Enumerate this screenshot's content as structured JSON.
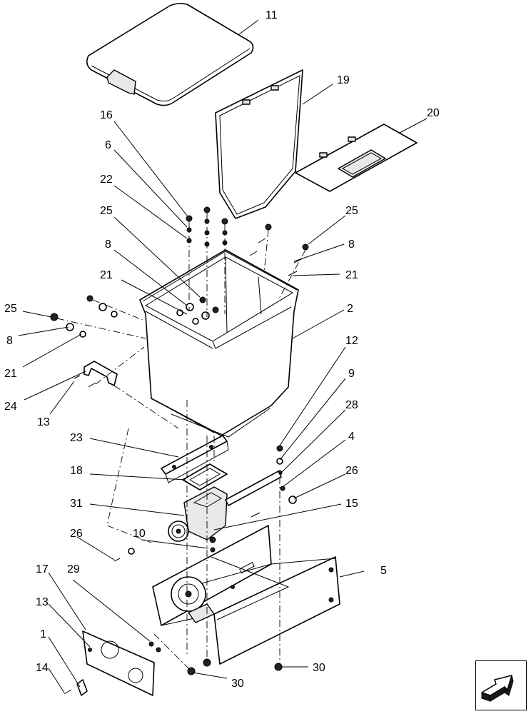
{
  "callouts": [
    {
      "id": "c11",
      "text": "11"
    },
    {
      "id": "c19",
      "text": "19"
    },
    {
      "id": "c16",
      "text": "16"
    },
    {
      "id": "c20",
      "text": "20"
    },
    {
      "id": "c6",
      "text": "6"
    },
    {
      "id": "c22",
      "text": "22"
    },
    {
      "id": "c25a",
      "text": "25"
    },
    {
      "id": "c25b",
      "text": "25"
    },
    {
      "id": "c8a",
      "text": "8"
    },
    {
      "id": "c8b",
      "text": "8"
    },
    {
      "id": "c21a",
      "text": "21"
    },
    {
      "id": "c21b",
      "text": "21"
    },
    {
      "id": "c25c",
      "text": "25"
    },
    {
      "id": "c2",
      "text": "2"
    },
    {
      "id": "c8c",
      "text": "8"
    },
    {
      "id": "c21c",
      "text": "21"
    },
    {
      "id": "c12",
      "text": "12"
    },
    {
      "id": "c24",
      "text": "24"
    },
    {
      "id": "c9",
      "text": "9"
    },
    {
      "id": "c13a",
      "text": "13"
    },
    {
      "id": "c28",
      "text": "28"
    },
    {
      "id": "c23",
      "text": "23"
    },
    {
      "id": "c4",
      "text": "4"
    },
    {
      "id": "c26a",
      "text": "26"
    },
    {
      "id": "c18",
      "text": "18"
    },
    {
      "id": "c31",
      "text": "31"
    },
    {
      "id": "c15",
      "text": "15"
    },
    {
      "id": "c26b",
      "text": "26"
    },
    {
      "id": "c10",
      "text": "10"
    },
    {
      "id": "c5",
      "text": "5"
    },
    {
      "id": "c17",
      "text": "17"
    },
    {
      "id": "c29",
      "text": "29"
    },
    {
      "id": "c13b",
      "text": "13"
    },
    {
      "id": "c1",
      "text": "1"
    },
    {
      "id": "c14",
      "text": "14"
    },
    {
      "id": "c30a",
      "text": "30"
    },
    {
      "id": "c30b",
      "text": "30"
    }
  ],
  "navigation_icon": "next-page-arrow-icon"
}
